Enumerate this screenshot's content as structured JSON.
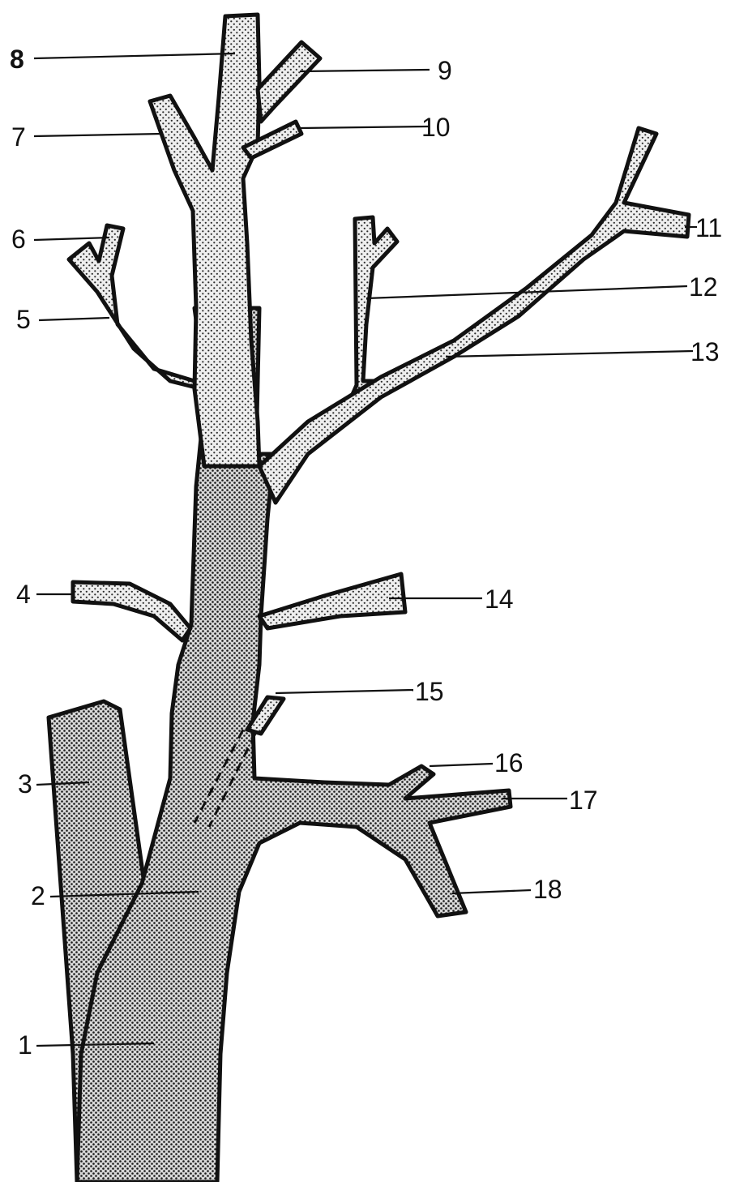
{
  "colors": {
    "ink": "#111111",
    "dot": "#2a2a2a",
    "paper": "#ffffff",
    "fill_light": "#eeeeee",
    "fill_dark": "#d8d8d8"
  },
  "labels": {
    "l1": "1",
    "l2": "2",
    "l3": "3",
    "l4": "4",
    "l5": "5",
    "l6": "6",
    "l7": "7",
    "l8": "8",
    "l9": "9",
    "l10": "10",
    "l11": "11",
    "l12": "12",
    "l13": "13",
    "l14": "14",
    "l15": "15",
    "l16": "16",
    "l17": "17",
    "l18": "18"
  }
}
